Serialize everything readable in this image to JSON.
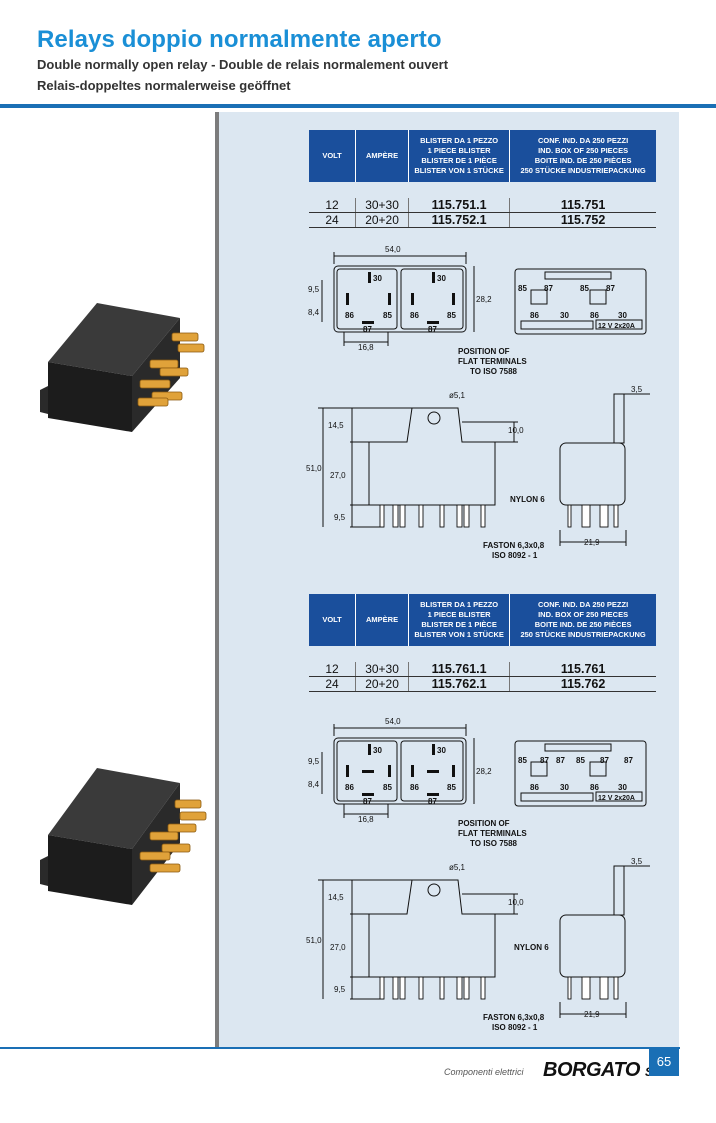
{
  "header": {
    "title": "Relays doppio normalmente aperto",
    "subtitle1": "Double normally open relay - Double de relais normalement ouvert",
    "subtitle2": "Relais-doppeltes normalerweise geöffnet"
  },
  "tables": [
    {
      "headers": {
        "volt": "VOLT",
        "ampere": "AMPÈRE",
        "blister": [
          "BLISTER DA 1 PEZZO",
          "1 PIECE BLISTER",
          "BLISTER DE 1 PIÈCE",
          "BLISTER VON 1 STÜCKE"
        ],
        "box": [
          "CONF. IND. DA 250 PEZZI",
          "IND. BOX OF 250 PIECES",
          "BOITE IND. DE 250 PIÈCES",
          "250 STÜCKE INDUSTRIEPACKUNG"
        ]
      },
      "rows": [
        {
          "volt": "12",
          "ampere": "30+30",
          "blister": "115.751.1",
          "box": "115.751"
        },
        {
          "volt": "24",
          "ampere": "20+20",
          "blister": "115.752.1",
          "box": "115.752"
        }
      ]
    },
    {
      "headers": {
        "volt": "VOLT",
        "ampere": "AMPÈRE",
        "blister": [
          "BLISTER DA 1 PEZZO",
          "1 PIECE BLISTER",
          "BLISTER DE 1 PIÈCE",
          "BLISTER VON 1 STÜCKE"
        ],
        "box": [
          "CONF. IND. DA 250 PEZZI",
          "IND. BOX OF 250 PIECES",
          "BOITE IND. DE 250 PIÈCES",
          "250 STÜCKE INDUSTRIEPACKUNG"
        ]
      },
      "rows": [
        {
          "volt": "12",
          "ampere": "30+30",
          "blister": "115.761.1",
          "box": "115.761"
        },
        {
          "volt": "24",
          "ampere": "20+20",
          "blister": "115.762.1",
          "box": "115.762"
        }
      ]
    }
  ],
  "diagrams": [
    {
      "dim_width": "54,0",
      "dim_height": "28,2",
      "dim_95": "9,5",
      "dim_84": "8,4",
      "dim_168": "16,8",
      "terminals": [
        "30",
        "30",
        "86",
        "85",
        "86",
        "85",
        "87",
        "87"
      ],
      "position_note": [
        "POSITION OF",
        "FLAT TERMINALS",
        "TO ISO 7588"
      ],
      "schematic_labels": [
        "85",
        "87",
        "85",
        "87",
        "86",
        "30",
        "86",
        "30"
      ],
      "rating": "12 V 2x20A",
      "dim_hole": "ø5,1",
      "dim_35": "3,5",
      "dim_145": "14,5",
      "dim_100": "10,0",
      "dim_510": "51,0",
      "dim_270": "27,0",
      "dim_95b": "9,5",
      "material": "NYLON 6",
      "faston": [
        "FASTON 6,3x0,8",
        "ISO 8092 - 1"
      ],
      "dim_219": "21,9"
    },
    {
      "dim_width": "54,0",
      "dim_height": "28,2",
      "dim_95": "9,5",
      "dim_84": "8,4",
      "dim_168": "16,8",
      "terminals": [
        "30",
        "30",
        "86",
        "85",
        "86",
        "85",
        "87",
        "87"
      ],
      "position_note": [
        "POSITION OF",
        "FLAT TERMINALS",
        "TO ISO 7588"
      ],
      "schematic_labels": [
        "85",
        "87",
        "87",
        "85",
        "87",
        "87",
        "86",
        "30",
        "86",
        "30"
      ],
      "rating": "12 V 2x20A",
      "dim_hole": "ø5,1",
      "dim_35": "3,5",
      "dim_145": "14,5",
      "dim_100": "10,0",
      "dim_510": "51,0",
      "dim_270": "27,0",
      "dim_95b": "9,5",
      "material": "NYLON 6",
      "faston": [
        "FASTON 6,3x0,8",
        "ISO 8092 - 1"
      ],
      "dim_219": "21,9"
    }
  ],
  "footer": {
    "category": "Componenti elettrici",
    "brand": "BORGATO",
    "brand_suffix": "SRL",
    "page": "65"
  },
  "colors": {
    "title_blue": "#1a8fd6",
    "table_header": "#1a4f9c",
    "panel_bg": "#dce7f1"
  }
}
